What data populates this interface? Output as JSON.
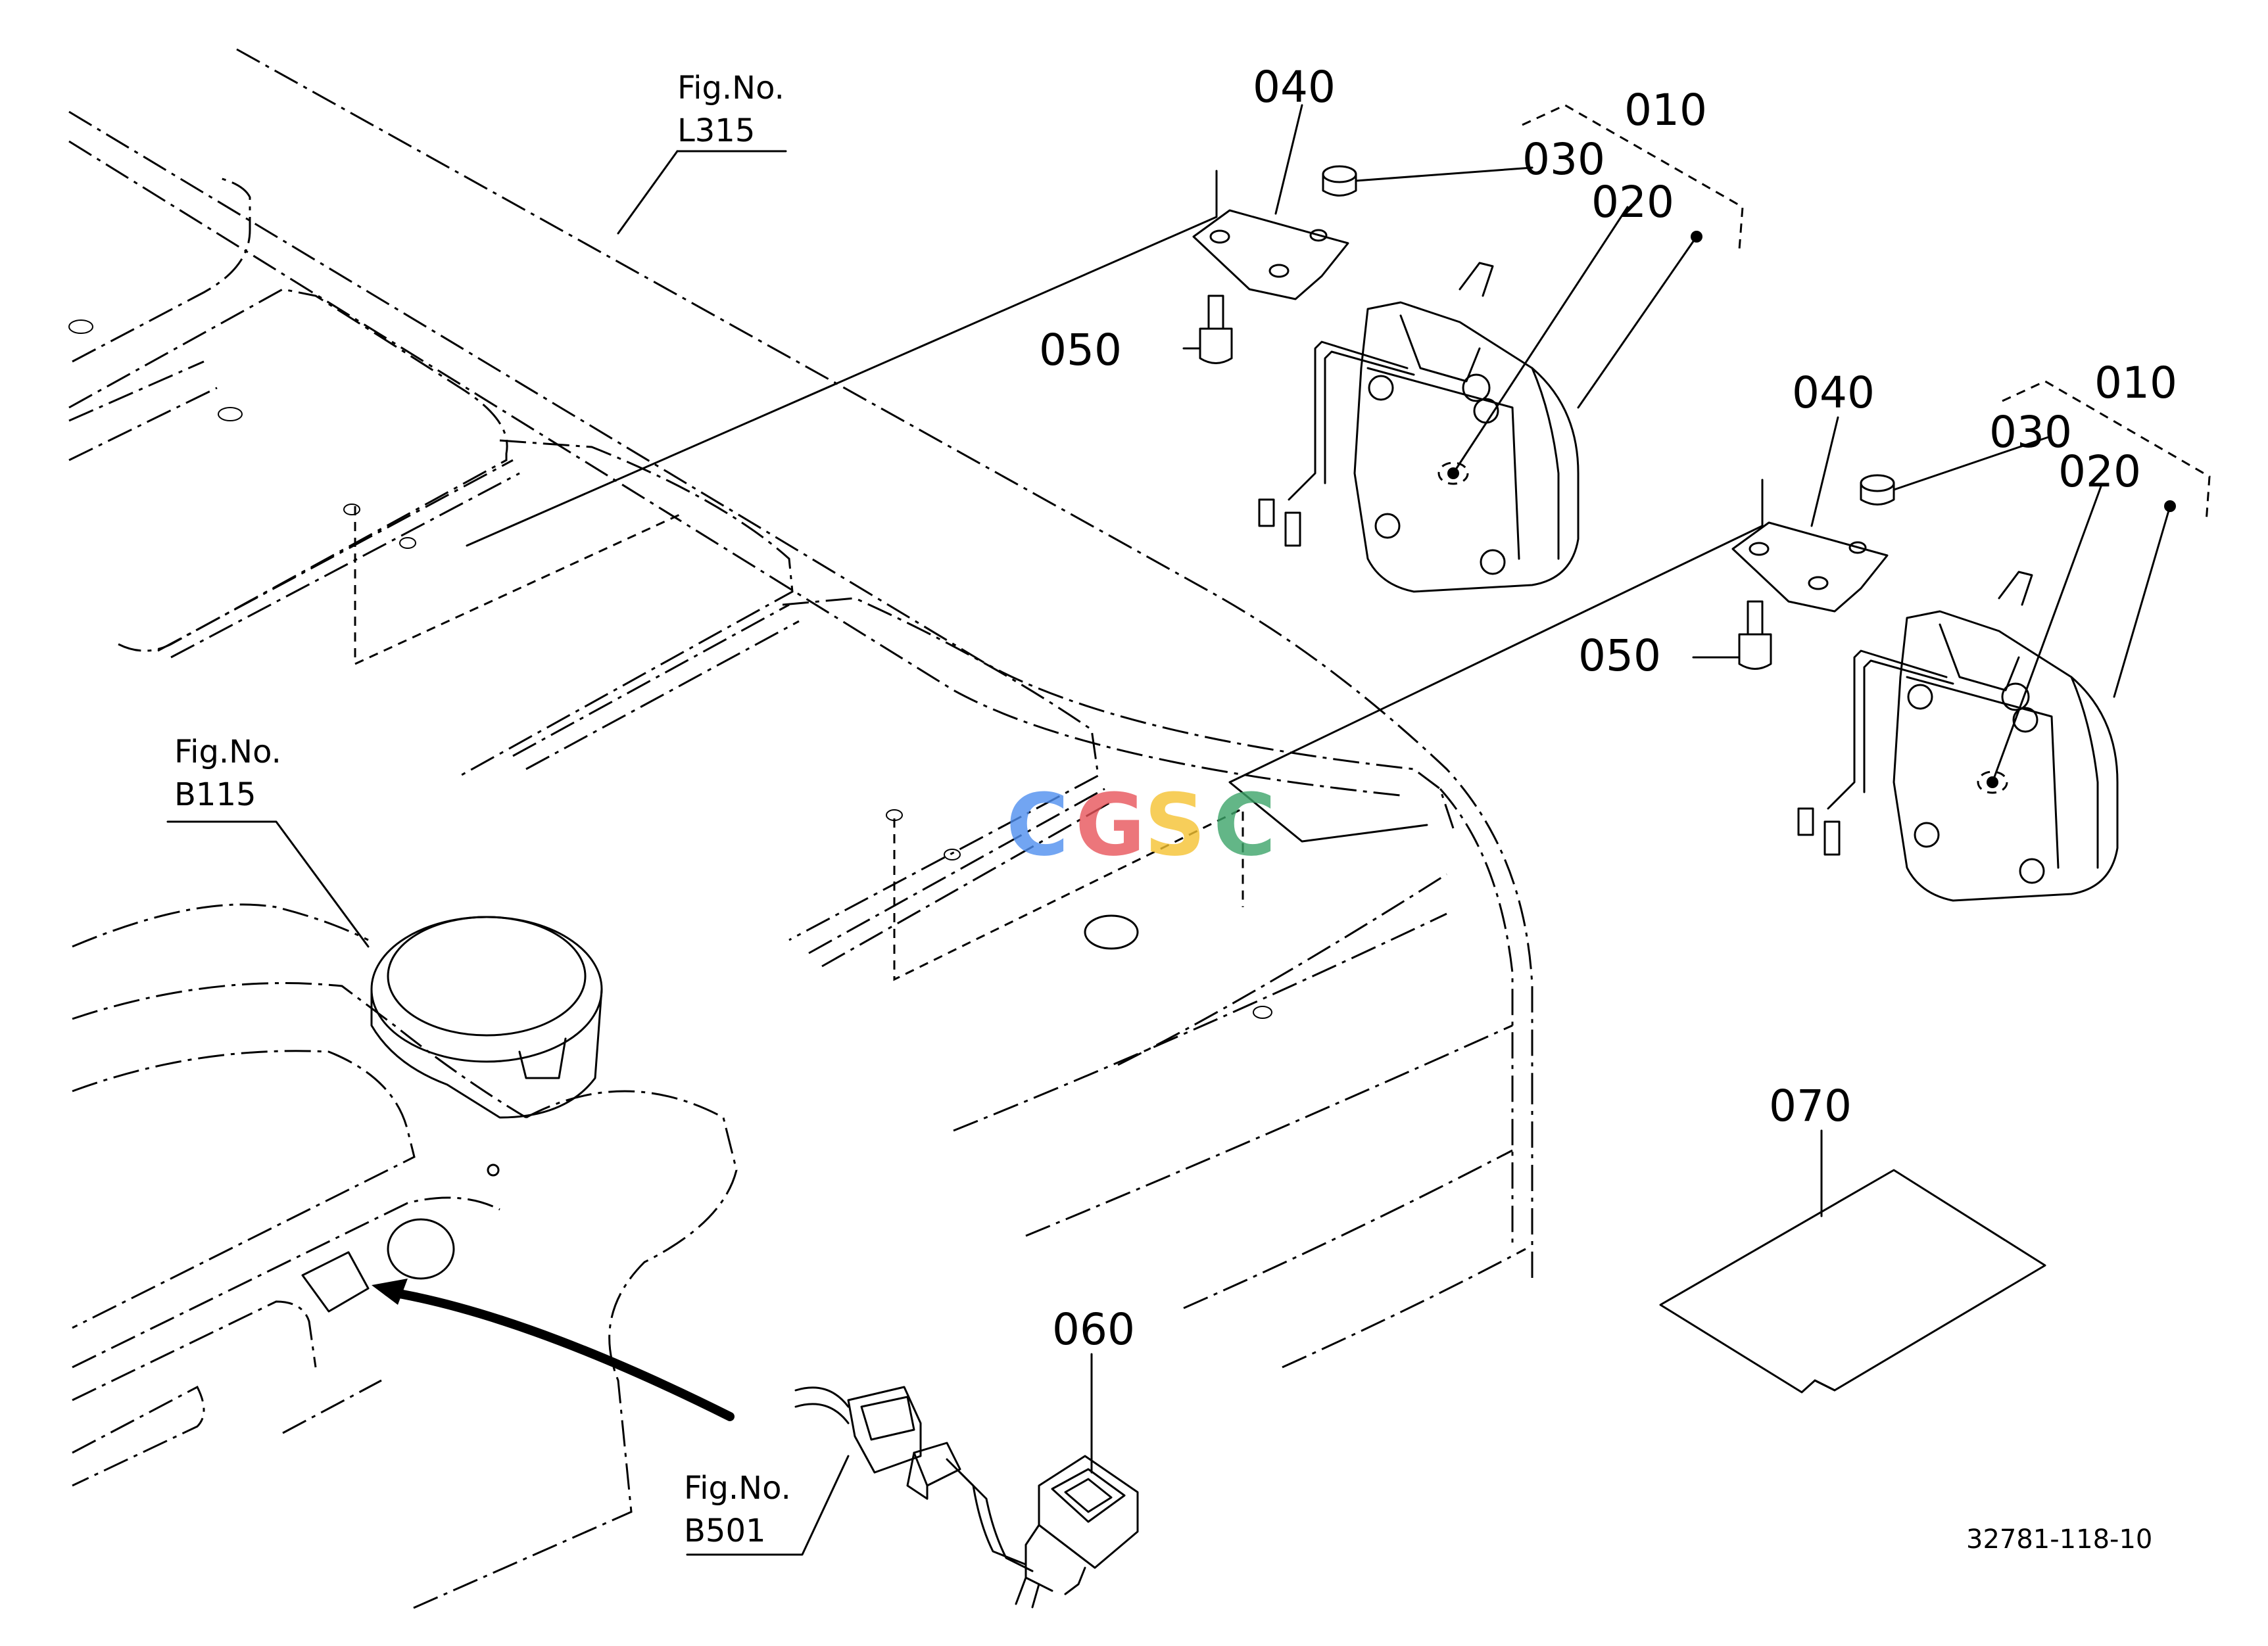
{
  "drawing": {
    "doc_number": "32781-118-10",
    "watermark": {
      "letters": [
        "C",
        "G",
        "S",
        "C"
      ],
      "colors": [
        "#4f8ff0",
        "#e8545b",
        "#f6c332",
        "#3da56a"
      ]
    }
  },
  "figure_refs": [
    {
      "prefix": "Fig.No.",
      "code": "L315"
    },
    {
      "prefix": "Fig.No.",
      "code": "B115"
    },
    {
      "prefix": "Fig.No.",
      "code": "B501"
    }
  ],
  "callouts": {
    "left_lamp": {
      "p010": "010",
      "p020": "020",
      "p030": "030",
      "p040": "040",
      "p050": "050"
    },
    "right_lamp": {
      "p010": "010",
      "p020": "020",
      "p030": "030",
      "p040": "040",
      "p050": "050"
    },
    "p060": "060",
    "p070": "070"
  },
  "icons": [
    "lamp-assembly-icon",
    "bracket-icon",
    "nut-icon",
    "bolt-icon",
    "switch-icon",
    "connector-icon",
    "decal-sheet-icon"
  ]
}
